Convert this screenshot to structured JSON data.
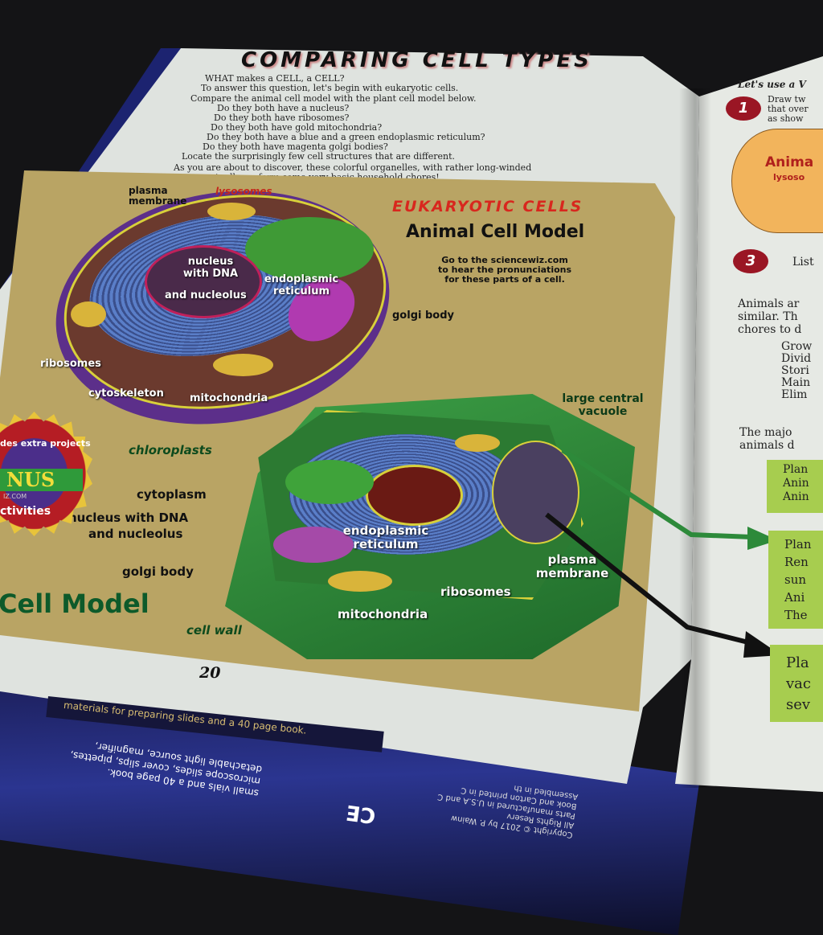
{
  "left_page": {
    "title": "COMPARING CELL TYPES",
    "intro": [
      "WHAT makes a CELL, a CELL?",
      "To answer this question, let's begin with eukaryotic cells.",
      "Compare the animal cell model with the plant cell model below.",
      "Do they both have a nucleus?",
      "Do they both have ribosomes?",
      "Do they both have gold mitochondria?",
      "Do they both have a blue and a green endoplasmic reticulum?",
      "Do they both have magenta golgi bodies?",
      "Locate the surprisingly few cell structures that are different.",
      "As you are about to discover, these colorful organelles, with rather long-winded",
      "names, actually perform some very basic household chores!"
    ],
    "panel_heading": "EUKARYOTIC CELLS",
    "animal_title": "Animal Cell Model",
    "animal_note": [
      "Go to the sciencewiz.com",
      "to hear the pronunciations",
      "for these parts of a cell."
    ],
    "animal_labels": {
      "plasma_membrane": "plasma membrane",
      "lysosomes": "lysosomes",
      "nucleus": "nucleus with DNA",
      "nucleolus": "and nucleolus",
      "er": "endoplasmic reticulum",
      "golgi": "golgi body",
      "ribosomes": "ribosomes",
      "cytoskeleton": "cytoskeleton",
      "mitochondria": "mitochondria"
    },
    "plant_title": "Cell Model",
    "plant_labels": {
      "vacuole": "large central vacuole",
      "chloroplasts": "chloroplasts",
      "cytoplasm": "cytoplasm",
      "nucleus": "nucleus with DNA",
      "nucleolus": "and nucleolus",
      "golgi": "golgi body",
      "er": "endoplasmic reticulum",
      "plasma_membrane": "plasma membrane",
      "ribosomes": "ribosomes",
      "mitochondria": "mitochondria",
      "cell_wall": "cell wall"
    },
    "badge": {
      "top": "des extra projects",
      "middle": "NUS",
      "site": "IZ.COM",
      "bottom": "ctivities"
    },
    "page_number": "20"
  },
  "right_page": {
    "lead": "Let's use a V",
    "step1": {
      "number": "1",
      "text": [
        "Draw tw",
        "that over",
        "as show"
      ]
    },
    "venn_label": "Anima",
    "venn_sub": "lysoso",
    "step3": {
      "number": "3",
      "text": "List"
    },
    "para": [
      "Animals ar",
      "similar. Th",
      "chores to d"
    ],
    "list": [
      "Grow",
      "Divid",
      "Stori",
      "Main",
      "Elim"
    ],
    "para2": [
      "The majo",
      "animals d"
    ],
    "boxes": [
      [
        "Plan",
        "Anin",
        "Anin"
      ],
      [
        "Plan",
        "Ren",
        "sun",
        "Ani",
        "The"
      ],
      [
        "Pla",
        "vac",
        "sev"
      ]
    ]
  },
  "cover": {
    "edge_text": "materials for preparing slides and a 40 page book.",
    "back_text": [
      "small vials and a 40 page book.",
      "microscope slides, cover slips, pipettes,",
      "detachable light source, magnifier,"
    ],
    "copyright": [
      "Copyright © 2017 by P. Wainw",
      "All Rights Reserv",
      "Parts manufactured in U.S.A and C",
      "Book and Carton printed in C",
      "Assembled in th"
    ],
    "ce_mark": "CE"
  },
  "colors": {
    "panel": "#b9a464",
    "heading_red": "#d8271e",
    "box_green": "#a7cd4f",
    "badge_red": "#b51d24",
    "step_red": "#9a1624"
  }
}
